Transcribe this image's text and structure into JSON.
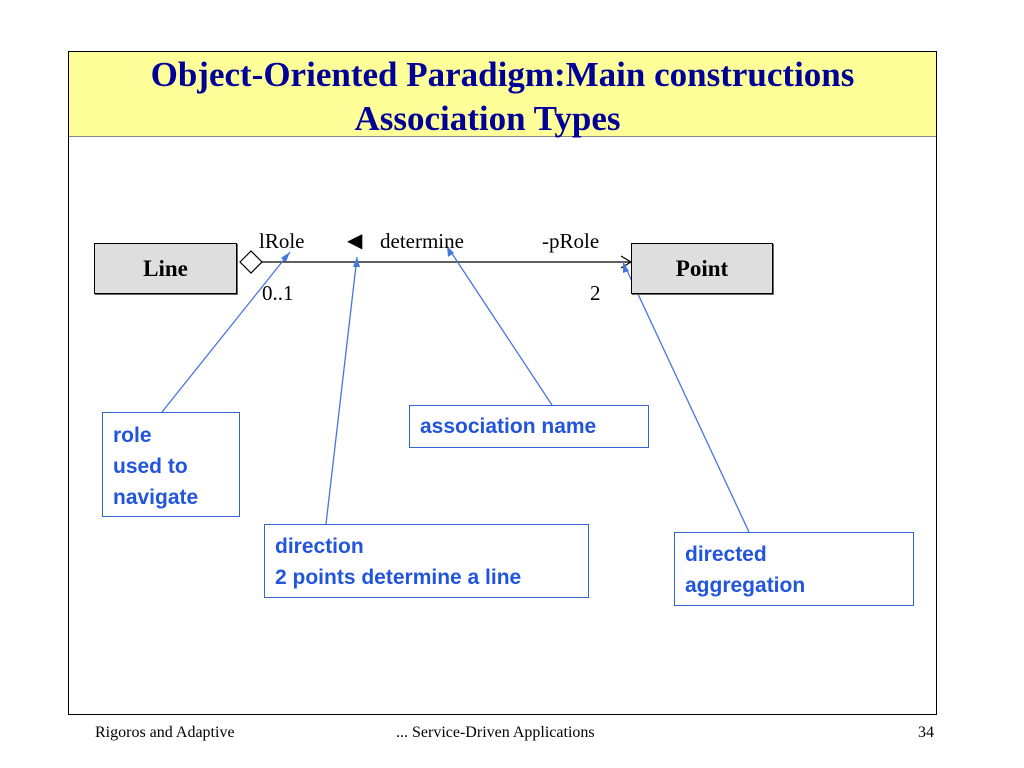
{
  "slide": {
    "title_line1": "Object-Oriented Paradigm:Main constructions",
    "title_line2": "Association Types"
  },
  "diagram": {
    "class_left": "Line",
    "class_right": "Point",
    "role_left": "lRole",
    "role_right": "-pRole",
    "association_name": "determine",
    "direction_glyph": "◀",
    "multiplicity_left": "0..1",
    "multiplicity_right": "2",
    "callouts": {
      "role": [
        "role",
        "used to",
        "navigate"
      ],
      "association_name": [
        "association name"
      ],
      "direction": [
        "direction",
        "2 points determine a line"
      ],
      "directed_aggregation": [
        "directed",
        "aggregation"
      ]
    }
  },
  "footer": {
    "left": "Rigoros and Adaptive",
    "center": "... Service-Driven Applications",
    "page_number": "34"
  },
  "colors": {
    "title_band": "#ffff99",
    "title_text": "#000099",
    "callout_text": "#2255dd",
    "callout_border": "#3366cc",
    "leader_line": "#4477dd",
    "class_fill": "#dedede"
  }
}
